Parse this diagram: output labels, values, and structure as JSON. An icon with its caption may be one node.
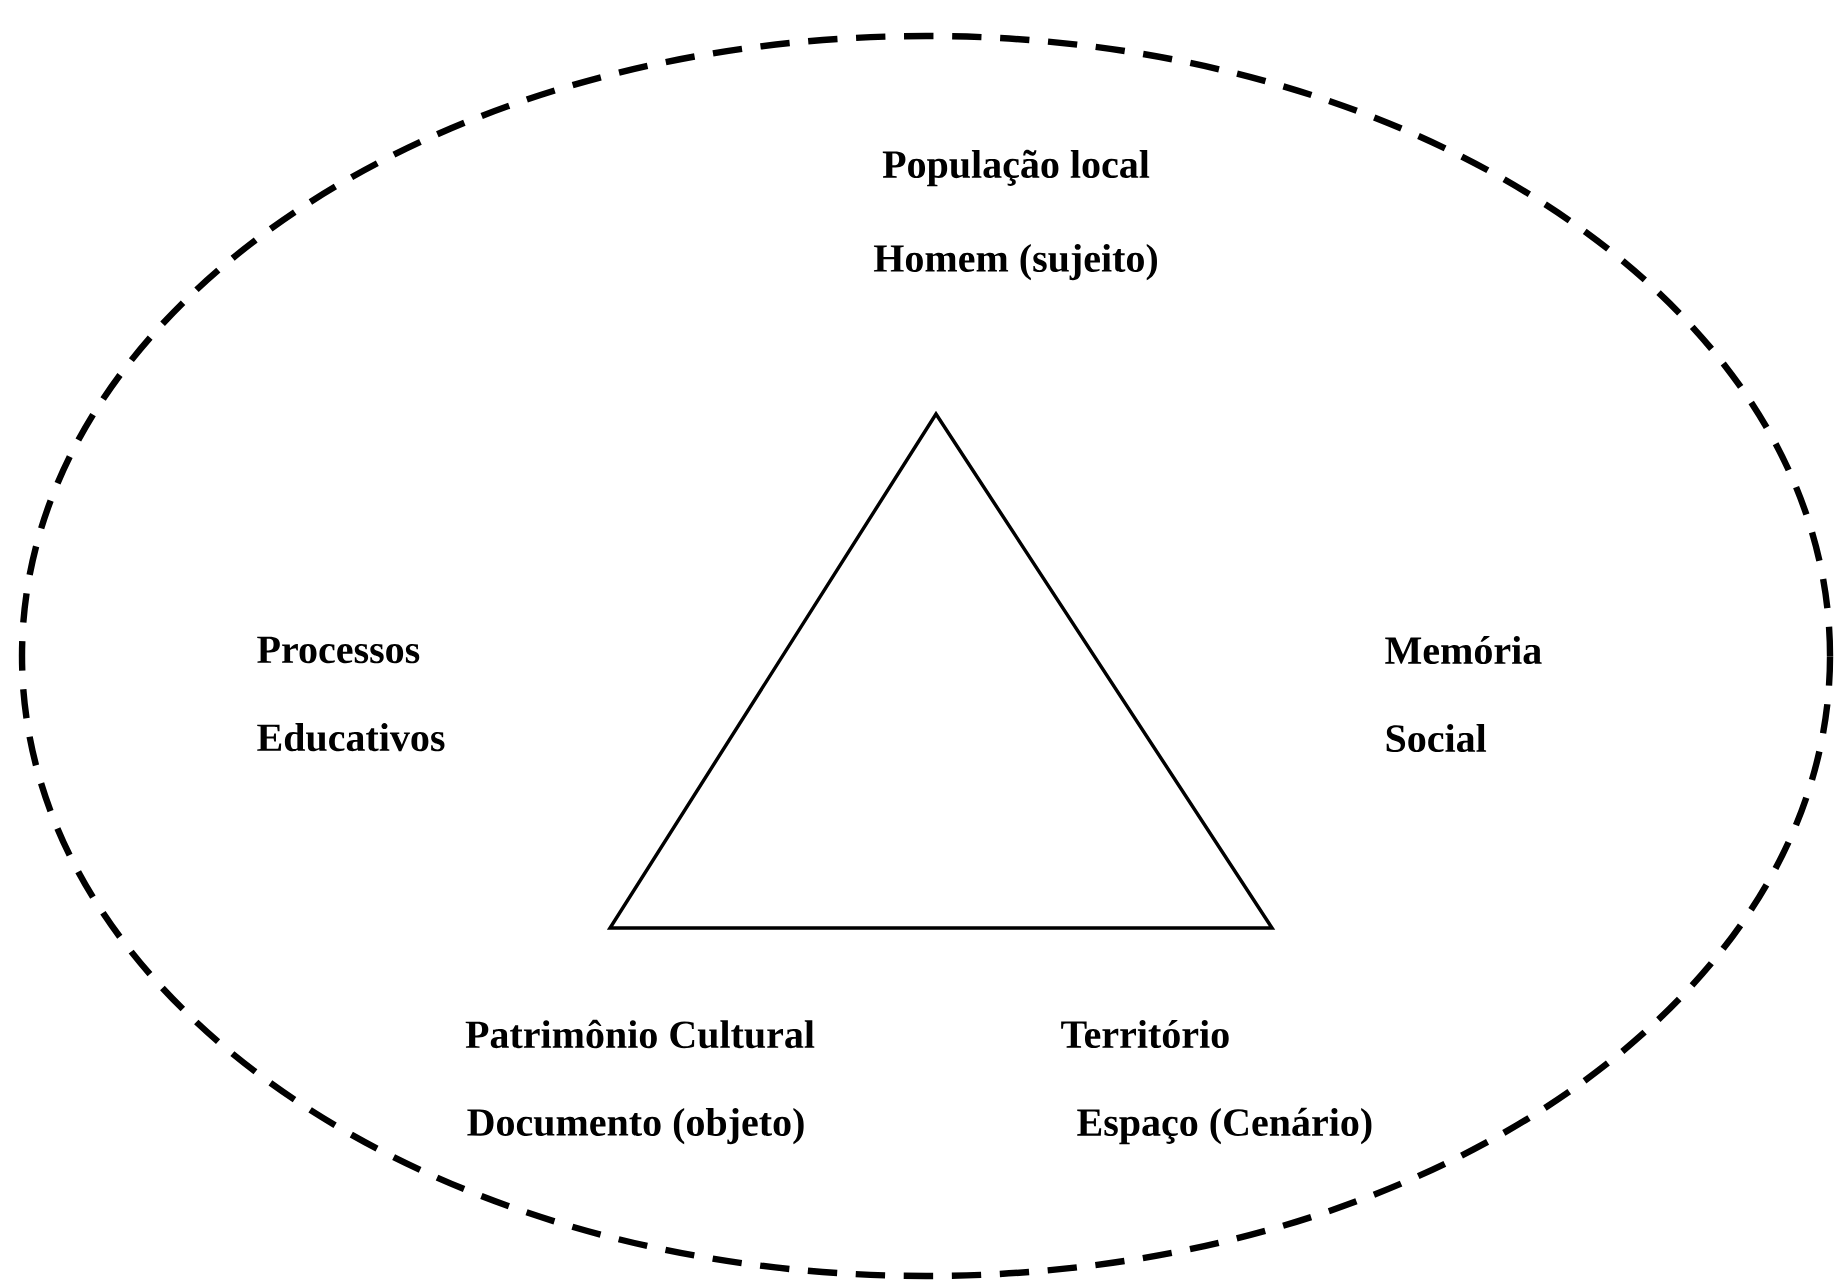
{
  "diagram": {
    "nodes": [
      {
        "text": [],
        "shape": "ellipse"
      },
      {
        "text": [],
        "shape": "triangle",
        "in": 0
      }
    ],
    "labels": [
      "População local",
      "Homem (sujeito)",
      "Processos Educativos",
      "Memória Social",
      "Patrimônio Cultural",
      "Documento (objeto)",
      "Território",
      "Espaço (Cenário)"
    ]
  }
}
